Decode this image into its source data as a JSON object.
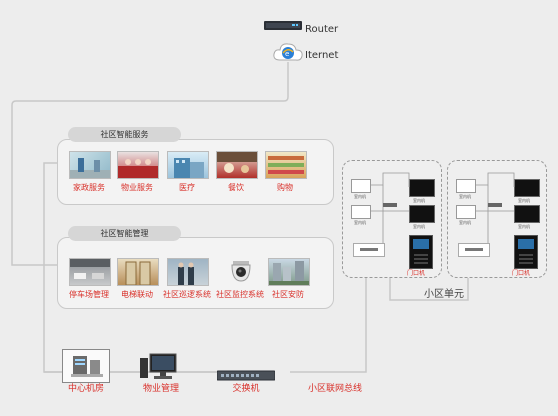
{
  "top": {
    "router_label": "Router",
    "internet_label": "Iternet"
  },
  "services_panel": {
    "title": "社区智能服务",
    "items": [
      {
        "label": "家政服务",
        "icon": "housekeeping-photo"
      },
      {
        "label": "物业服务",
        "icon": "property-service-photo"
      },
      {
        "label": "医疗",
        "icon": "medical-photo"
      },
      {
        "label": "餐饮",
        "icon": "dining-photo"
      },
      {
        "label": "购物",
        "icon": "shopping-photo"
      }
    ]
  },
  "management_panel": {
    "title": "社区智能管理",
    "items": [
      {
        "label": "停车场管理",
        "icon": "parking-photo"
      },
      {
        "label": "电梯联动",
        "icon": "elevator-photo"
      },
      {
        "label": "社区巡逻系统",
        "icon": "patrol-photo"
      },
      {
        "label": "社区监控系统",
        "icon": "camera-photo"
      },
      {
        "label": "社区安防",
        "icon": "security-photo"
      }
    ]
  },
  "bottom": {
    "center_room": "中心机房",
    "property_mgmt": "物业管理",
    "switch": "交换机",
    "bus": "小区联网总线"
  },
  "units": {
    "label": "小区单元",
    "indoor_label": "室内机",
    "door_label": "门口机"
  },
  "colors": {
    "accent_red": "#d9302a",
    "line": "#c8c8c8",
    "panel_title_bg": "#d6d6d6"
  }
}
